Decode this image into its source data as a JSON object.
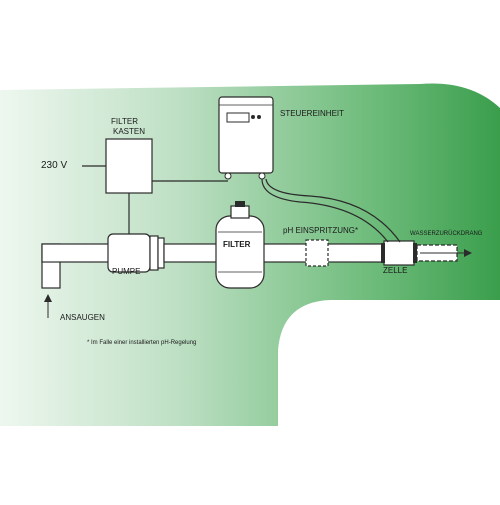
{
  "labels": {
    "filter_box": [
      "FILTER",
      "KASTEN"
    ],
    "voltage": "230 V",
    "control_unit": "STEUEREINHEIT",
    "filter": "FILTER",
    "ph_injection": "pH EINSPRITZUNG*",
    "water_return": "WASSERZURÜCKDRANG",
    "pump": "PUMPE",
    "cell": "ZELLE",
    "intake": "ANSAUGEN",
    "footnote": "* Im Falle einer  installierten pH-Regelung"
  },
  "colors": {
    "green_dark": "#3a9e4c",
    "green_light": "#e6f3e8",
    "line": "#2b2b2b",
    "pipe_fill": "#ffffff"
  }
}
